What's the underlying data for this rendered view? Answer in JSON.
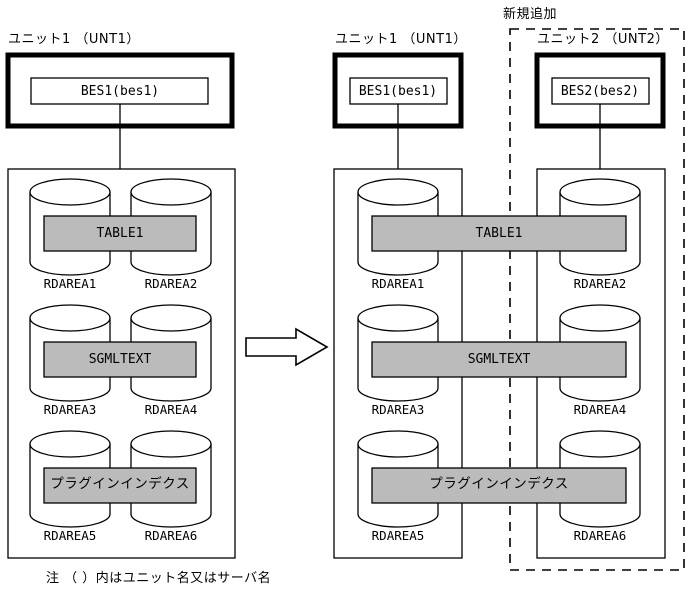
{
  "diagram": {
    "title_note": "注 （ ）内はユニット名又はサーバ名",
    "new_addition_label": "新規追加",
    "arrow_icon": "right-arrow-icon",
    "colors": {
      "bar_fill": "#bbbbbb",
      "stroke": "#000000",
      "background": "#ffffff"
    }
  },
  "before": {
    "unit": {
      "title": "ユニット1 （UNT1）",
      "server": "BES1(bes1)"
    },
    "rdareas": [
      {
        "name": "RDAREA1"
      },
      {
        "name": "RDAREA2"
      },
      {
        "name": "RDAREA3"
      },
      {
        "name": "RDAREA4"
      },
      {
        "name": "RDAREA5"
      },
      {
        "name": "RDAREA6"
      }
    ],
    "objects": [
      {
        "name": "TABLE1",
        "kind": "table"
      },
      {
        "name": "SGMLTEXT",
        "kind": "text"
      },
      {
        "name": "プラグインインデクス",
        "kind": "plugin-index"
      }
    ]
  },
  "after": {
    "unit1": {
      "title": "ユニット1 （UNT1）",
      "server": "BES1(bes1)"
    },
    "unit2": {
      "title": "ユニット2 （UNT2）",
      "server": "BES2(bes2)"
    },
    "rdareas_left": [
      {
        "name": "RDAREA1"
      },
      {
        "name": "RDAREA3"
      },
      {
        "name": "RDAREA5"
      }
    ],
    "rdareas_right": [
      {
        "name": "RDAREA2"
      },
      {
        "name": "RDAREA4"
      },
      {
        "name": "RDAREA6"
      }
    ],
    "objects": [
      {
        "name": "TABLE1",
        "kind": "table"
      },
      {
        "name": "SGMLTEXT",
        "kind": "text"
      },
      {
        "name": "プラグインインデクス",
        "kind": "plugin-index"
      }
    ]
  }
}
